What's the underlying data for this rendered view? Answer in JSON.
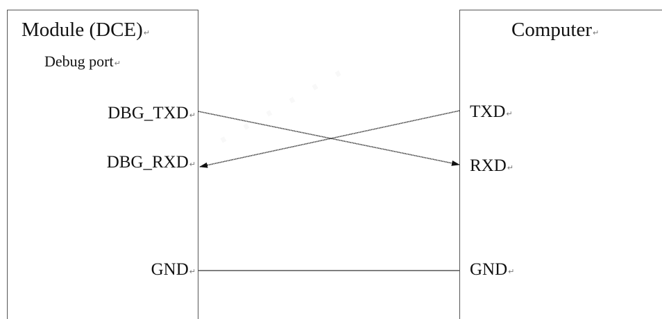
{
  "diagram": {
    "module": {
      "title": "Module (DCE)",
      "subtitle": "Debug port",
      "pins": {
        "dbg_txd": "DBG_TXD",
        "dbg_rxd": "DBG_RXD",
        "gnd": "GND"
      }
    },
    "computer": {
      "title": "Computer",
      "pins": {
        "txd": "TXD",
        "rxd": "RXD",
        "gnd": "GND"
      }
    },
    "connections": [
      {
        "from": "DBG_TXD",
        "to": "RXD",
        "direction": "module-to-computer",
        "arrow": true
      },
      {
        "from": "TXD",
        "to": "DBG_RXD",
        "direction": "computer-to-module",
        "arrow": true
      },
      {
        "from": "GND",
        "to": "GND",
        "direction": "none",
        "arrow": false
      }
    ],
    "paragraph_mark": "↵",
    "colors": {
      "line": "#333333",
      "box_border": "#555555",
      "text": "#111111",
      "background": "#ffffff"
    }
  }
}
